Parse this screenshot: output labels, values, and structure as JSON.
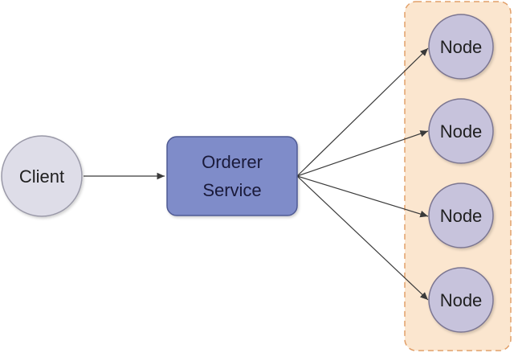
{
  "diagram": {
    "client": {
      "label": "Client"
    },
    "orderer": {
      "line1": "Orderer",
      "line2": "Service"
    },
    "nodes": [
      {
        "label": "Node"
      },
      {
        "label": "Node"
      },
      {
        "label": "Node"
      },
      {
        "label": "Node"
      }
    ]
  },
  "colors": {
    "client_fill": "#dedde8",
    "client_stroke": "#9a99a8",
    "orderer_fill": "#7f8cc9",
    "orderer_stroke": "#4f5a93",
    "node_fill": "#c7c3dc",
    "node_stroke": "#7b7691",
    "group_fill": "#fbe6cf",
    "group_stroke": "#e2a06a",
    "edge": "#3a3a3a"
  }
}
